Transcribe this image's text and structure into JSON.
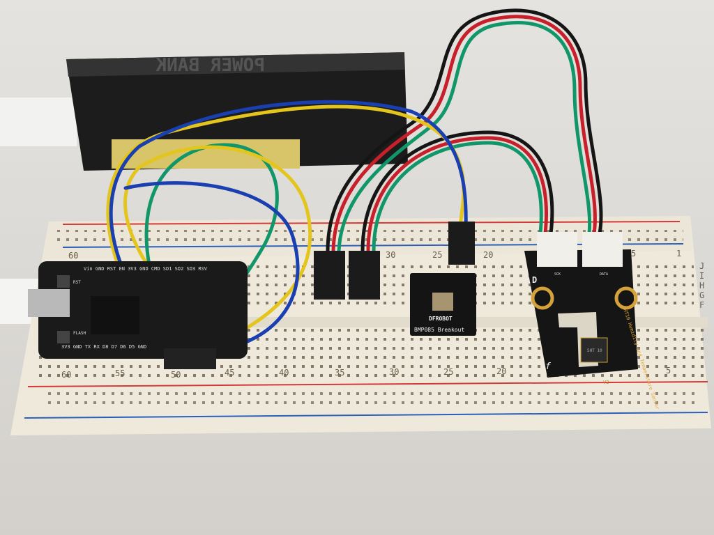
{
  "power_bank": {
    "label": "POWER BANK"
  },
  "breadboard": {
    "top_numbers": [
      "60",
      "30",
      "25",
      "20",
      "5",
      "1"
    ],
    "bottom_numbers": [
      "60",
      "55",
      "50",
      "45",
      "40",
      "35",
      "30",
      "25",
      "20",
      "5"
    ],
    "row_letters": [
      "J",
      "I",
      "H",
      "G",
      "F"
    ]
  },
  "mcu_board": {
    "top_pins": "Vin GND RST EN 3V3 GND CMD SD1 SD2 SD3 RSV",
    "bottom_pins": "3V3 GND TX RX D8 D7 D6 D5 GND",
    "rst_label": "RST",
    "flash_label": "FLASH"
  },
  "bmp085": {
    "brand": "DFROBOT",
    "label": "BMP085 Breakout"
  },
  "sht10": {
    "title": "SHT10 Humidity and Temperature Sensor",
    "version": "V2",
    "d_mark": "D",
    "logo": "f",
    "pin_sck": "SCK",
    "pin_data": "DATA",
    "chip": "SHT 10"
  },
  "colors": {
    "wire_blue": "#1a3fb0",
    "wire_yellow": "#e3c51d",
    "wire_green": "#11966a",
    "wire_red": "#c8202a",
    "wire_black": "#151515",
    "rail_red": "#d23a3a",
    "rail_blue": "#2c5fb8"
  }
}
